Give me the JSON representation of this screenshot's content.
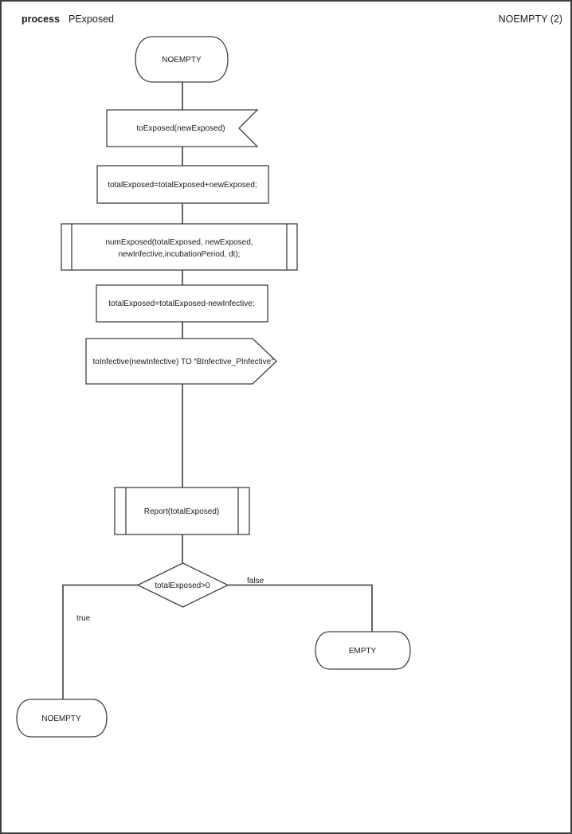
{
  "header": {
    "doc_type": "process",
    "process_name": "PExposed",
    "page_ref": "NOEMPTY (2)"
  },
  "nodes": {
    "start_state": {
      "type": "state",
      "label": "NOEMPTY"
    },
    "input_signal": {
      "type": "input-signal",
      "label": "toExposed(newExposed)"
    },
    "task_add": {
      "type": "task",
      "label": "totalExposed=totalExposed+newExposed;"
    },
    "proc_num_exposed": {
      "type": "procedure-call",
      "line1": "numExposed(totalExposed, newExposed,",
      "line2": "newInfective,incubationPeriod, dt);"
    },
    "task_subtract": {
      "type": "task",
      "label": "totalExposed=totalExposed-newInfective;"
    },
    "output_signal": {
      "type": "output-signal",
      "label": "toInfective(newInfective) TO “BInfective_PInfective”"
    },
    "proc_report": {
      "type": "procedure-call",
      "label": "Report(totalExposed)"
    },
    "decision": {
      "type": "decision",
      "label": "totalExposed>0"
    },
    "empty_state": {
      "type": "state",
      "label": "EMPTY"
    },
    "noempty_state": {
      "type": "state",
      "label": "NOEMPTY"
    }
  },
  "edges": {
    "true_branch": {
      "label": "true"
    },
    "false_branch": {
      "label": "false"
    }
  },
  "colors": {
    "shape_stroke": "#404040",
    "connector": "#666666",
    "text": "#1a1a1a",
    "page_border": "#3f3f3f",
    "background": "#ffffff"
  }
}
